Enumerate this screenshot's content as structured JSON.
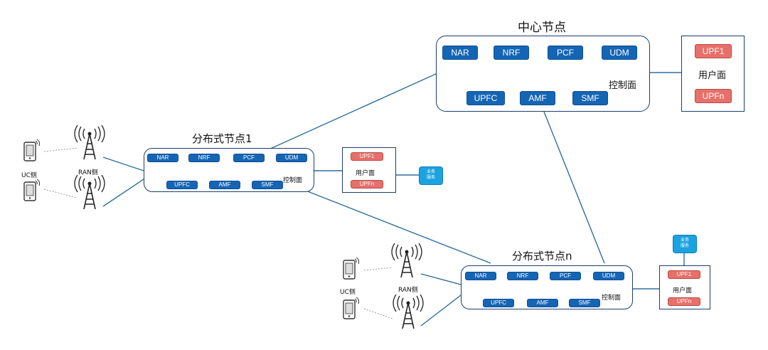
{
  "central": {
    "title": "中心节点",
    "nfs_top": [
      "NAR",
      "NRF",
      "PCF",
      "UDM"
    ],
    "nfs_bottom": [
      "UPFC",
      "AMF",
      "SMF"
    ],
    "control_label": "控制面",
    "user_plane": {
      "label": "用户面",
      "upf_first": "UPF1",
      "upf_last": "UPFn"
    }
  },
  "dist1": {
    "title": "分布式节点1",
    "nfs_top": [
      "NAR",
      "NRF",
      "PCF",
      "UDM"
    ],
    "nfs_bottom": [
      "UPFC",
      "AMF",
      "SMF"
    ],
    "control_label": "控制面",
    "user_plane": {
      "label": "用户面",
      "upf_first": "UPF1",
      "upf_last": "UPFn"
    },
    "service": {
      "line1": "业务",
      "line2": "服务"
    },
    "ue_label": "UC侧",
    "ran_label": "RAN侧"
  },
  "distn": {
    "title": "分布式节点n",
    "nfs_top": [
      "NAR",
      "NRF",
      "PCF",
      "UDM"
    ],
    "nfs_bottom": [
      "UPFC",
      "AMF",
      "SMF"
    ],
    "control_label": "控制面",
    "user_plane": {
      "label": "用户面",
      "upf_first": "UPF1",
      "upf_last": "UPFn"
    },
    "service": {
      "line1": "业务",
      "line2": "服务"
    },
    "ue_label": "UC侧",
    "ran_label": "RAN侧"
  },
  "colors": {
    "nf_blue": "#1565b5",
    "upf_red": "#e8706a",
    "service_cyan": "#1aa3e0",
    "border_navy": "#1b3d6e",
    "link_blue": "#2e6f9e"
  }
}
